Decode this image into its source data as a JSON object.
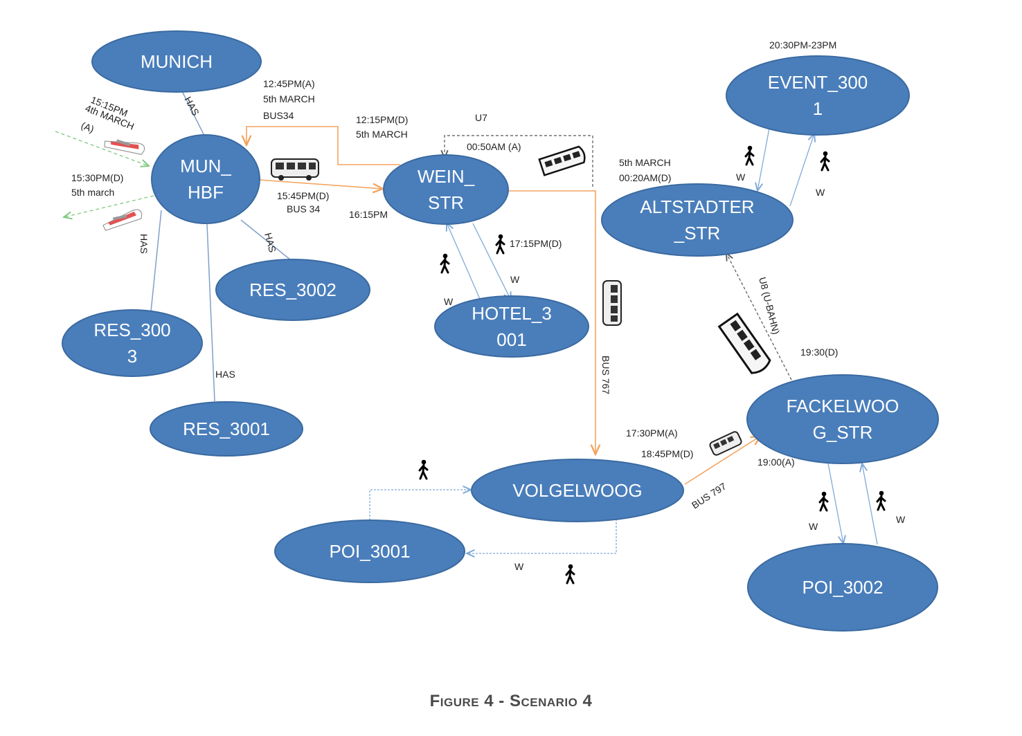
{
  "colors": {
    "node_fill": "#4a7ebb",
    "node_stroke": "#3a6aa0",
    "node_text": "#ffffff",
    "has_edge": "#7f9fc8",
    "bus_edge": "#f4a460",
    "walk_edge": "#7faad8",
    "ubahn_edge": "#555555",
    "train_edge": "#7dc97d",
    "label_text": "#222222"
  },
  "nodes": [
    {
      "id": "munich",
      "lines": [
        "MUNICH"
      ]
    },
    {
      "id": "mun-hbf",
      "lines": [
        "MUN_",
        "HBF"
      ]
    },
    {
      "id": "wein-str",
      "lines": [
        "WEIN_",
        "STR"
      ]
    },
    {
      "id": "res-3002",
      "lines": [
        "RES_3002"
      ]
    },
    {
      "id": "res-3003",
      "lines": [
        "RES_300",
        "3"
      ]
    },
    {
      "id": "res-3001",
      "lines": [
        "RES_3001"
      ]
    },
    {
      "id": "hotel-3001",
      "lines": [
        "HOTEL_3",
        "001"
      ]
    },
    {
      "id": "event-3001",
      "lines": [
        "EVENT_300",
        "1"
      ]
    },
    {
      "id": "altstadter-str",
      "lines": [
        "ALTSTADTER",
        "_STR"
      ]
    },
    {
      "id": "fackelwoog-str",
      "lines": [
        "FACKELWOO",
        "G_STR"
      ]
    },
    {
      "id": "volgelwoog",
      "lines": [
        "VOLGELWOOG"
      ]
    },
    {
      "id": "poi-3001",
      "lines": [
        "POI_3001"
      ]
    },
    {
      "id": "poi-3002",
      "lines": [
        "POI_3002"
      ]
    }
  ],
  "labels": [
    {
      "id": "has-munich",
      "text": "HAS"
    },
    {
      "id": "train-arr-time",
      "text": "15:15PM"
    },
    {
      "id": "train-arr-date",
      "text": "4th MARCH"
    },
    {
      "id": "train-arr-a",
      "text": "(A)"
    },
    {
      "id": "train-dep-time",
      "text": "15:30PM(D)"
    },
    {
      "id": "train-dep-date",
      "text": "5th march"
    },
    {
      "id": "bus34-ret-time",
      "text": "12:45PM(A)"
    },
    {
      "id": "bus34-ret-date",
      "text": "5th MARCH"
    },
    {
      "id": "bus34-ret-name",
      "text": "BUS34"
    },
    {
      "id": "bus34-out-dep",
      "text": "12:15PM(D)"
    },
    {
      "id": "bus34-out-date",
      "text": "5th MARCH"
    },
    {
      "id": "bus34-time",
      "text": "15:45PM(D)"
    },
    {
      "id": "bus34-name",
      "text": "BUS 34"
    },
    {
      "id": "bus34-arr",
      "text": "16:15PM"
    },
    {
      "id": "u7-name",
      "text": "U7"
    },
    {
      "id": "u7-arr",
      "text": "00:50AM (A)"
    },
    {
      "id": "u7-date",
      "text": "5th MARCH"
    },
    {
      "id": "u7-dep",
      "text": "00:20AM(D)"
    },
    {
      "id": "has-res3002",
      "text": "HAS"
    },
    {
      "id": "has-res3003",
      "text": "HAS"
    },
    {
      "id": "has-res3001",
      "text": "HAS"
    },
    {
      "id": "hotel-walk-time",
      "text": "17:15PM(D)"
    },
    {
      "id": "hotel-walk-w1",
      "text": "W"
    },
    {
      "id": "hotel-walk-w2",
      "text": "W"
    },
    {
      "id": "bus767-name",
      "text": "BUS 767"
    },
    {
      "id": "event-time",
      "text": "20:30PM-23PM"
    },
    {
      "id": "event-walk-w1",
      "text": "W"
    },
    {
      "id": "event-walk-w2",
      "text": "W"
    },
    {
      "id": "u8-name",
      "text": "U8 (U-BAHN)"
    },
    {
      "id": "u8-dep",
      "text": "19:30(D)"
    },
    {
      "id": "bus797-arr",
      "text": "17:30PM(A)"
    },
    {
      "id": "bus797-dep",
      "text": "18:45PM(D)"
    },
    {
      "id": "bus797-arr2",
      "text": "19:00(A)"
    },
    {
      "id": "bus797-name",
      "text": "BUS 797"
    },
    {
      "id": "poi3002-walk-w1",
      "text": "W"
    },
    {
      "id": "poi3002-walk-w2",
      "text": "W"
    },
    {
      "id": "poi3001-walk-w",
      "text": "W"
    }
  ],
  "icons": [
    "train-icon",
    "bus-icon",
    "walking-person-icon",
    "ubahn-train-icon"
  ],
  "caption": "Figure 4 - Scenario 4"
}
